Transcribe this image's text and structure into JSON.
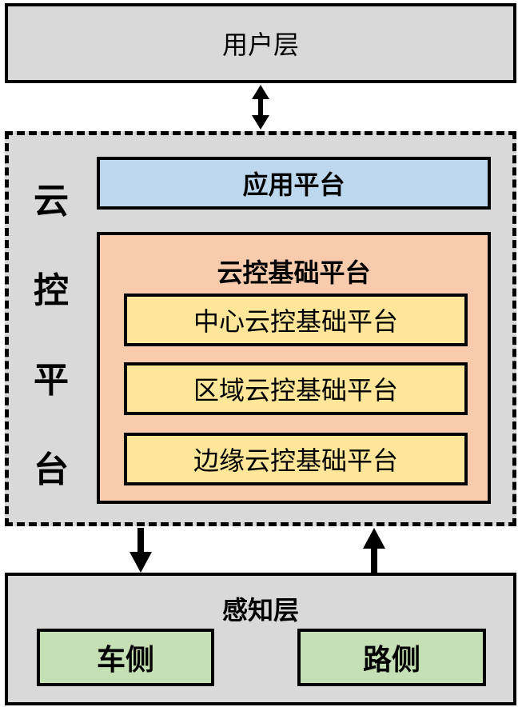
{
  "user_layer": {
    "label": "用户层"
  },
  "cloud_platform": {
    "label_chars": [
      "云",
      "控",
      "平",
      "台"
    ]
  },
  "application_platform": {
    "label": "应用平台"
  },
  "cloud_control_basic_platform": {
    "title": "云控基础平台",
    "sub_platforms": [
      "中心云控基础平台",
      "区域云控基础平台",
      "边缘云控基础平台"
    ]
  },
  "perception_layer": {
    "title": "感知层",
    "items": [
      "车侧",
      "路侧"
    ]
  },
  "colors": {
    "gray": "#d9d9d9",
    "blue": "#bdd7ee",
    "orange": "#f8cbad",
    "yellow": "#ffe699",
    "green": "#c5e0b4"
  }
}
